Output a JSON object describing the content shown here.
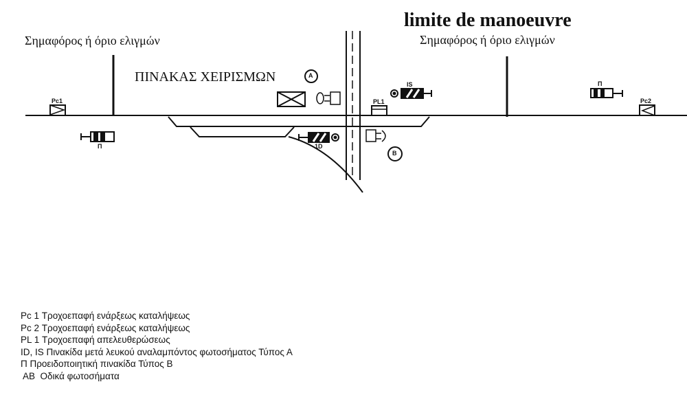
{
  "headings": {
    "left_signal": "Σημαφόρος ή   όριο ελιγμών",
    "right_title": "limite de manoeuvre",
    "right_signal": "Σημαφόρος ή όριο ελιγμών",
    "control_panel": "ΠΙΝΑΚΑΣ ΧΕΙΡΙΣΜΩΝ",
    "marker_a": "A",
    "marker_b": "B"
  },
  "symbols": {
    "pc1": "Pc1",
    "pc2": "Pc2",
    "pl1": "PL1",
    "is": "IS",
    "id": "1D",
    "pi_left": "Π",
    "pi_right": "Π"
  },
  "legend": [
    "Pc 1 Τροχοεπαφή ενάρξεως καταλήψεως",
    "Pc 2  Τροχοεπαφή ενάρξεως καταλήψεως",
    "PL 1 Τροχοεπαφή απελευθερώσεως",
    "ID, IS Πινακίδα μετά λευκού αναλαμπόντος φωτοσήματος Τύπος Α",
    "Π Προειδοποιητική πινακίδα Τύπος Β",
    " AB  Οδικά φωτοσήματα"
  ]
}
